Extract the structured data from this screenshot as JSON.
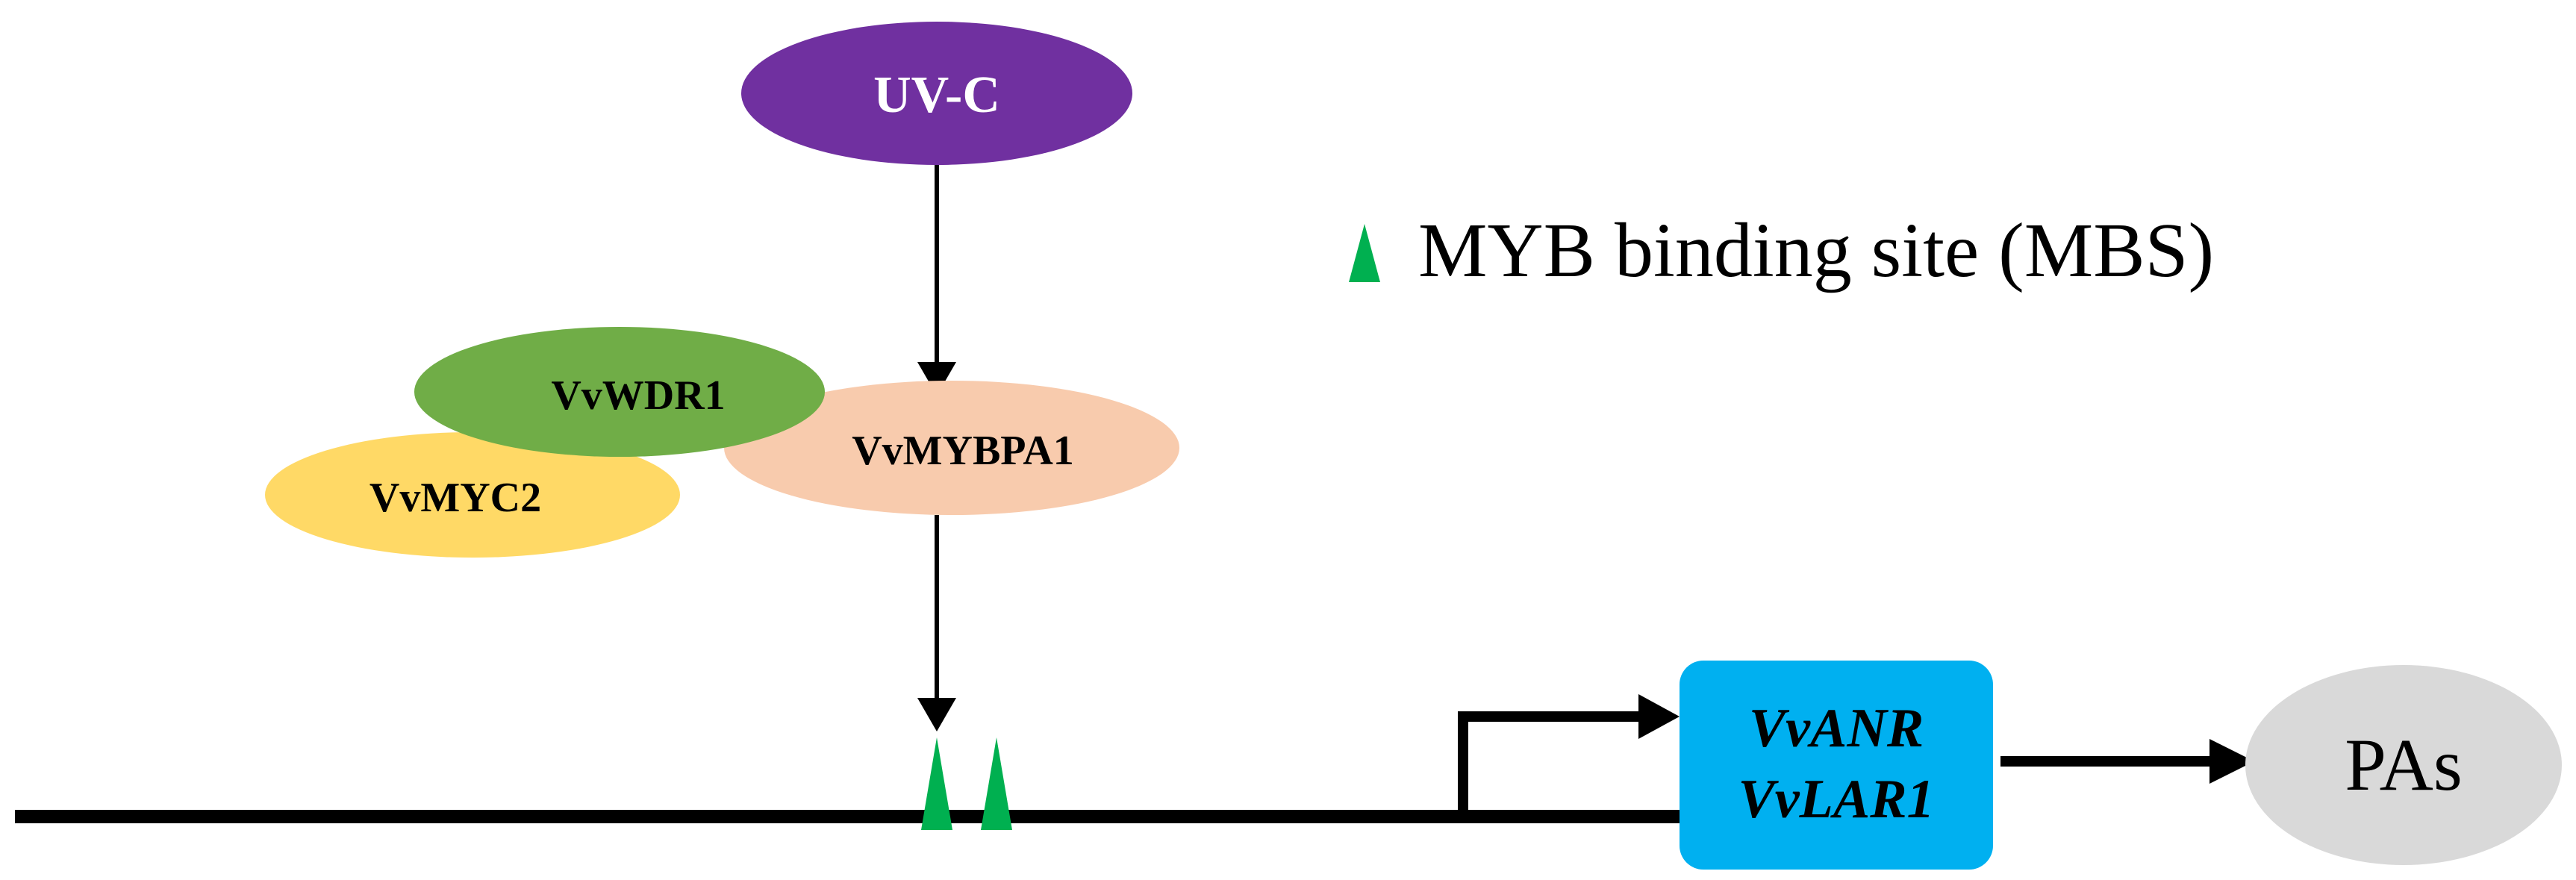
{
  "nodes": {
    "uvc": {
      "label": "UV-C",
      "fill": "#7030A0",
      "text_color": "#FFFFFF"
    },
    "vvwdr1": {
      "label": "VvWDR1",
      "fill": "#70AD47",
      "text_color": "#000000"
    },
    "vvmyc2": {
      "label": "VvMYC2",
      "fill": "#FFD966",
      "text_color": "#000000"
    },
    "vvmybpa1": {
      "label": "VvMYBPA1",
      "fill": "#F8CBAD",
      "text_color": "#000000"
    },
    "target_genes": {
      "label_line1": "VvANR",
      "label_line2": "VvLAR1",
      "fill": "#00B0F0",
      "text_color": "#000000"
    },
    "pas": {
      "label": "PAs",
      "fill": "#D9D9D9",
      "text_color": "#000000"
    }
  },
  "legend": {
    "mbs": {
      "label": "MYB binding site (MBS)",
      "color": "#00B050"
    }
  },
  "colors": {
    "line": "#000000",
    "mbs": "#00B050"
  }
}
